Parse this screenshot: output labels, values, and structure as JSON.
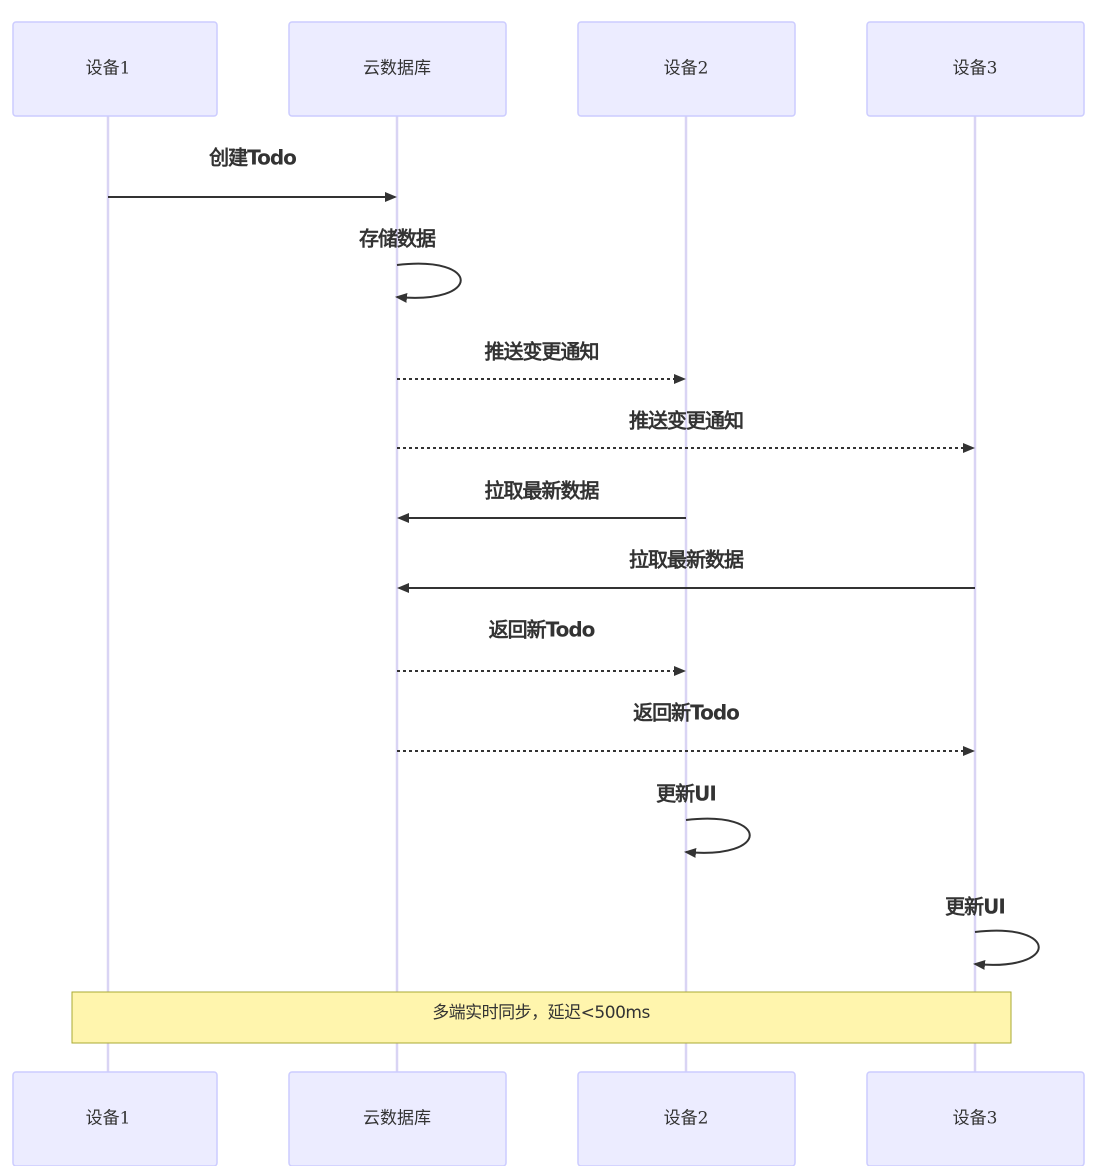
{
  "actors": [
    {
      "id": "d1",
      "label": "设备1"
    },
    {
      "id": "db",
      "label": "云数据库"
    },
    {
      "id": "d2",
      "label": "设备2"
    },
    {
      "id": "d3",
      "label": "设备3"
    }
  ],
  "messages": [
    {
      "from": "d1",
      "to": "db",
      "label": "创建Todo",
      "style": "solid"
    },
    {
      "from": "db",
      "to": "db",
      "label": "存储数据",
      "style": "solid"
    },
    {
      "from": "db",
      "to": "d2",
      "label": "推送变更通知",
      "style": "dotted"
    },
    {
      "from": "db",
      "to": "d3",
      "label": "推送变更通知",
      "style": "dotted"
    },
    {
      "from": "d2",
      "to": "db",
      "label": "拉取最新数据",
      "style": "solid"
    },
    {
      "from": "d3",
      "to": "db",
      "label": "拉取最新数据",
      "style": "solid"
    },
    {
      "from": "db",
      "to": "d2",
      "label": "返回新Todo",
      "style": "dotted"
    },
    {
      "from": "db",
      "to": "d3",
      "label": "返回新Todo",
      "style": "dotted"
    },
    {
      "from": "d2",
      "to": "d2",
      "label": "更新UI",
      "style": "solid"
    },
    {
      "from": "d3",
      "to": "d3",
      "label": "更新UI",
      "style": "solid"
    }
  ],
  "note": {
    "over": [
      "d1",
      "d3"
    ],
    "text": "多端实时同步，延迟<500ms"
  },
  "colors": {
    "actor_fill": "#ECECFF",
    "actor_stroke": "#CCCCFF",
    "note_fill": "#FFF5AD",
    "note_stroke": "#AAAA33",
    "line": "#333333"
  }
}
